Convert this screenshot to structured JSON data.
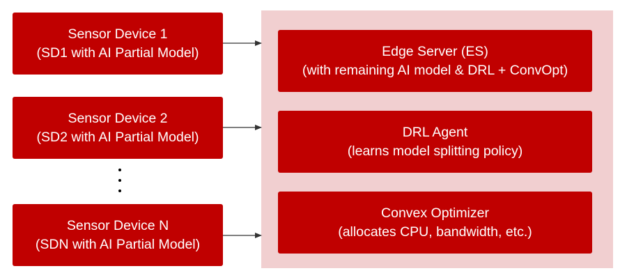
{
  "colors": {
    "box_fill": "#c00000",
    "box_text": "#ffffff",
    "panel_fill": "#f1cfd0",
    "arrow": "#333333"
  },
  "sensor_devices": [
    {
      "title": "Sensor Device 1",
      "subtitle": "(SD1 with AI Partial Model)"
    },
    {
      "title": "Sensor Device 2",
      "subtitle": "(SD2 with AI Partial Model)"
    },
    {
      "title": "Sensor Device N",
      "subtitle": "(SDN with AI Partial Model)"
    }
  ],
  "edge_components": [
    {
      "title": "Edge Server (ES)",
      "subtitle": "(with remaining AI model & DRL + ConvOpt)"
    },
    {
      "title": "DRL Agent",
      "subtitle": "(learns model splitting policy)"
    },
    {
      "title": "Convex Optimizer",
      "subtitle": "(allocates CPU, bandwidth, etc.)"
    }
  ],
  "ellipsis_icon": "vertical-ellipsis"
}
